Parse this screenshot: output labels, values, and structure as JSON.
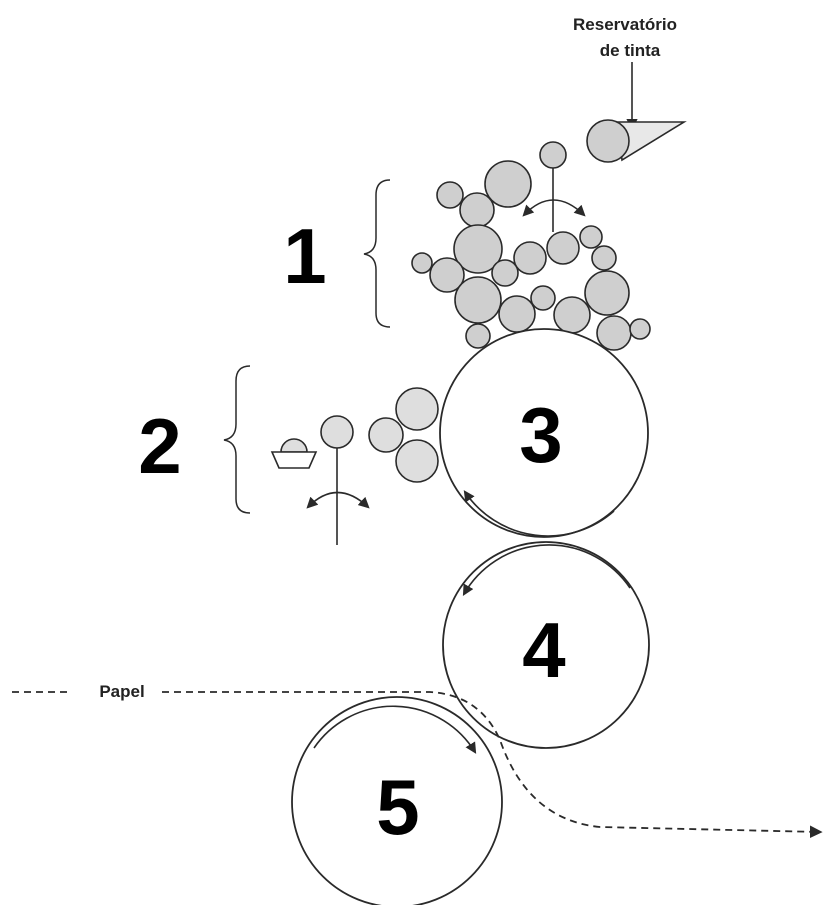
{
  "labels": {
    "ink_reservoir_line1": "Reservatório",
    "ink_reservoir_line2": "de tinta",
    "paper": "Papel"
  },
  "numbers": {
    "inking_unit": "1",
    "dampening_unit": "2",
    "plate_cylinder": "3",
    "blanket_cylinder": "4",
    "impression_cylinder": "5"
  },
  "colors": {
    "roller_fill": "#cfcfcf",
    "line": "#2a2a2a"
  }
}
